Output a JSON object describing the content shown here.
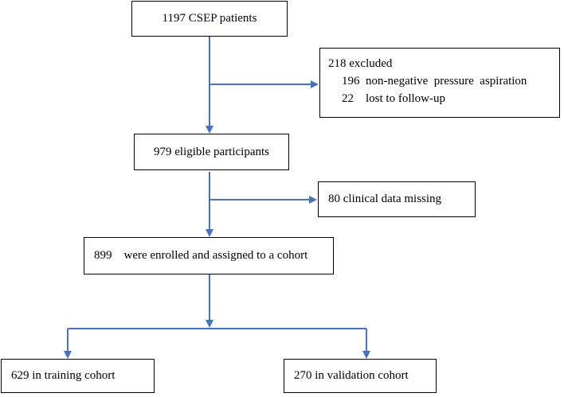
{
  "flowchart": {
    "start": "1197 CSEP patients",
    "exclusion1": {
      "header": "218 excluded",
      "items": [
        "196  non-negative  pressure  aspiration",
        "22    lost to follow-up"
      ]
    },
    "eligible": "979 eligible participants",
    "exclusion2": "80 clinical data missing",
    "enrolled": "899    were enrolled and assigned to a cohort",
    "training": "629 in training cohort",
    "validation": "270 in validation cohort"
  },
  "colors": {
    "arrow": "#4472c4",
    "border": "#000000"
  }
}
